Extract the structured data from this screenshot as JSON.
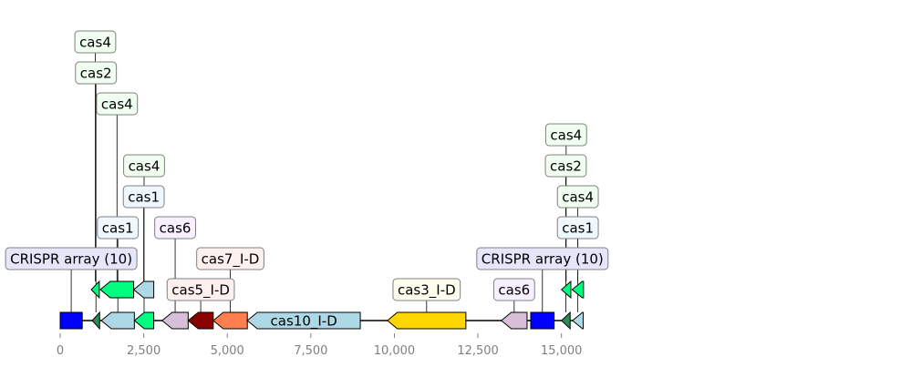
{
  "colors": {
    "crispr": "#0000ff",
    "cas2": "#2e8b57",
    "cas4": "#00ff7f",
    "cas1": "#add8e6",
    "cas6": "#d8bfd8",
    "cas5": "#8b0000",
    "cas7": "#ff7f50",
    "cas10": "#add8e6",
    "cas3": "#ffd700",
    "box_green": "#f0fff0",
    "box_blue": "#f0f8ff",
    "box_purple": "#f8f0ff",
    "box_red": "#fff0f0",
    "box_yellow": "#fffff0",
    "box_array": "#e6e6fa"
  },
  "axis": {
    "min": 0,
    "max": 16000,
    "ticks": [
      {
        "value": 0,
        "label": "0"
      },
      {
        "value": 2500,
        "label": "2,500"
      },
      {
        "value": 5000,
        "label": "5,000"
      },
      {
        "value": 7500,
        "label": "7,500"
      },
      {
        "value": 10000,
        "label": "10,000"
      },
      {
        "value": 12500,
        "label": "12,500"
      },
      {
        "value": 15000,
        "label": "15,000"
      }
    ]
  },
  "features": [
    {
      "id": "array1",
      "label": "CRISPR array (10)",
      "start": 0,
      "end": 660,
      "strand": 0,
      "track": 0,
      "color": "crispr",
      "box": "box_array",
      "level": 2
    },
    {
      "id": "cas2a",
      "label": "cas2",
      "start": 960,
      "end": 1180,
      "strand": -1,
      "track": 0,
      "color": "cas2",
      "box": "box_green",
      "level": 8
    },
    {
      "id": "cas1a",
      "label": "cas1",
      "start": 1230,
      "end": 2220,
      "strand": -1,
      "track": 0,
      "color": "cas1",
      "box": "box_blue",
      "level": 3
    },
    {
      "id": "cas4a",
      "label": "cas4",
      "start": 2220,
      "end": 2800,
      "strand": -1,
      "track": 0,
      "color": "cas4",
      "box": "box_green",
      "level": 5
    },
    {
      "id": "cas4b",
      "label": "cas4",
      "start": 930,
      "end": 1170,
      "strand": -1,
      "track": 1,
      "color": "cas4",
      "box": "box_green",
      "level": 9
    },
    {
      "id": "cas4c",
      "label": "cas4",
      "start": 1200,
      "end": 2200,
      "strand": -1,
      "track": 1,
      "color": "cas4",
      "box": "box_green",
      "level": 7
    },
    {
      "id": "cas1b",
      "label": "cas1",
      "start": 2200,
      "end": 2800,
      "strand": -1,
      "track": 1,
      "color": "cas1",
      "box": "box_blue",
      "level": 4
    },
    {
      "id": "cas6a",
      "label": "cas6",
      "start": 3050,
      "end": 3830,
      "strand": -1,
      "track": 0,
      "color": "cas6",
      "box": "box_purple",
      "level": 3
    },
    {
      "id": "cas5",
      "label": "cas5_I-D",
      "start": 3830,
      "end": 4580,
      "strand": -1,
      "track": 0,
      "color": "cas5",
      "box": "box_red",
      "level": 1
    },
    {
      "id": "cas7",
      "label": "cas7_I-D",
      "start": 4580,
      "end": 5600,
      "strand": -1,
      "track": 0,
      "color": "cas7",
      "box": "box_red",
      "level": 2
    },
    {
      "id": "cas10",
      "label": "cas10_I-D",
      "start": 5600,
      "end": 8980,
      "strand": -1,
      "track": 0,
      "color": "cas10",
      "box": "none",
      "level": 0
    },
    {
      "id": "cas3",
      "label": "cas3_I-D",
      "start": 9790,
      "end": 12140,
      "strand": -1,
      "track": 0,
      "color": "cas3",
      "box": "box_yellow",
      "level": 1
    },
    {
      "id": "cas6b",
      "label": "cas6",
      "start": 13200,
      "end": 13970,
      "strand": -1,
      "track": 0,
      "color": "cas6",
      "box": "box_purple",
      "level": 1
    },
    {
      "id": "array2",
      "label": "CRISPR array (10)",
      "start": 14080,
      "end": 14780,
      "strand": 0,
      "track": 0,
      "color": "crispr",
      "box": "box_array",
      "level": 2
    },
    {
      "id": "cas2b",
      "label": "cas2",
      "start": 15000,
      "end": 15260,
      "strand": -1,
      "track": 0,
      "color": "cas2",
      "box": "box_green",
      "level": 5
    },
    {
      "id": "cas1c",
      "label": "cas1",
      "start": 15330,
      "end": 15650,
      "strand": -1,
      "track": 0,
      "color": "cas1",
      "box": "box_blue",
      "level": 3
    },
    {
      "id": "cas4d",
      "label": "cas4",
      "start": 15000,
      "end": 15280,
      "strand": -1,
      "track": 1,
      "color": "cas4",
      "box": "box_green",
      "level": 6
    },
    {
      "id": "cas4e",
      "label": "cas4",
      "start": 15320,
      "end": 15660,
      "strand": -1,
      "track": 1,
      "color": "cas4",
      "box": "box_green",
      "level": 4
    }
  ]
}
